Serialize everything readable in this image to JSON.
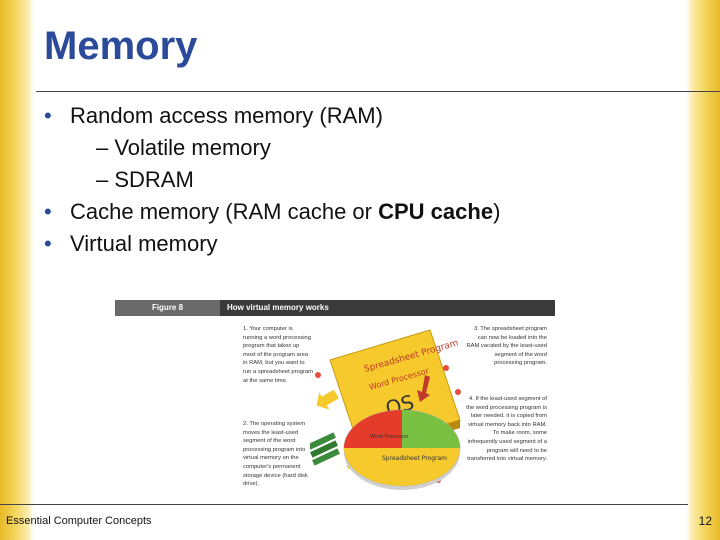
{
  "slide": {
    "title": "Memory",
    "bullets": [
      {
        "text": "Random access memory (RAM)"
      },
      {
        "text": "– Volatile memory"
      },
      {
        "text": "– SDRAM"
      },
      {
        "segments": [
          "Cache memory (RAM cache",
          " or ",
          "CPU cache",
          ")"
        ]
      },
      {
        "text": "Virtual memory"
      }
    ]
  },
  "figure": {
    "label": "Figure 8",
    "title": "How virtual memory works",
    "step1": "1. Your computer is running a word processing program that takes up most of the program area in RAM, but you want to run a spreadsheet program at the same time.",
    "step2": "2. The operating system moves the least-used segment of the word processing program into virtual memory on the computer's permanent storage device (hard disk drive).",
    "step3": "3. The spreadsheet program can now be loaded into the RAM vacated by the least-used segment of the word processing program.",
    "step4": "4. If the least-used segment of the word processing program is later needed, it is copied from virtual memory back into RAM. To make room, some infrequently used segment of a program will need to be transferred into virtual memory.",
    "chip_label_1": "Spreadsheet Program",
    "chip_label_2": "Word Processor",
    "chip_label_3": "OS",
    "disk_label_1": "Word Processor",
    "disk_label_2": "Spreadsheet Program"
  },
  "footer": {
    "course": "Essential Computer Concepts",
    "page": "12"
  },
  "colors": {
    "title": "#2b4a9a",
    "side_gradient": "#e7b928"
  }
}
